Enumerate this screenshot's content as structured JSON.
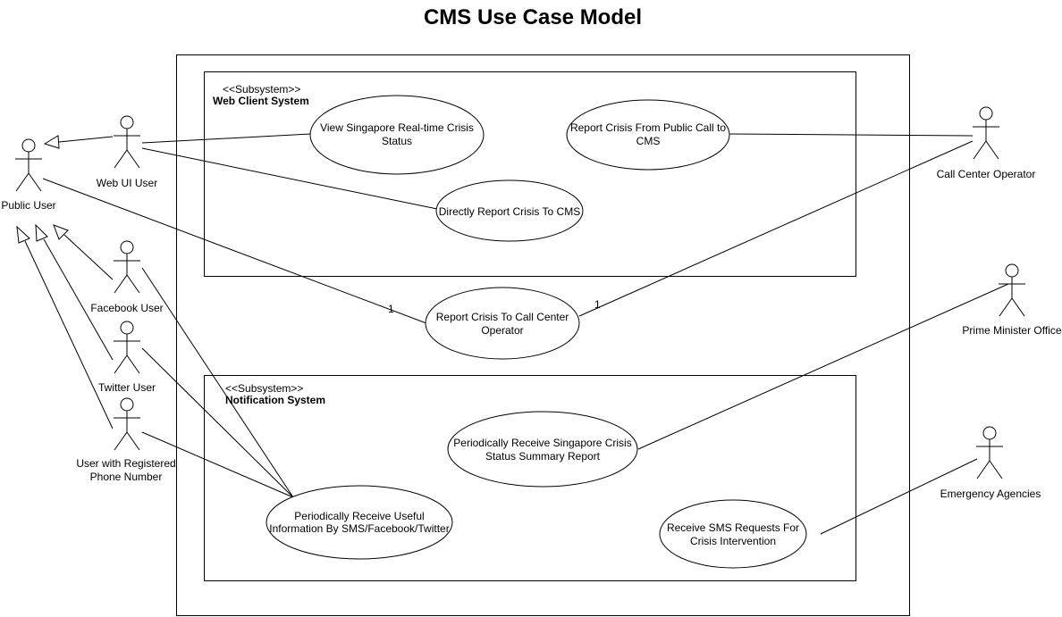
{
  "title": "CMS Use Case Model",
  "subsystems": {
    "web": {
      "stereotype": "<<Subsystem>>",
      "name": "Web Client System"
    },
    "notification": {
      "stereotype": "<<Subsystem>>",
      "name": "Notification System"
    }
  },
  "actors": {
    "public_user": "Public User",
    "web_ui_user": "Web UI User",
    "facebook_user": "Facebook User",
    "twitter_user": "Twitter User",
    "phone_user_line1": "User with Registered",
    "phone_user_line2": "Phone Number",
    "call_center_operator": "Call Center Operator",
    "prime_minister_office": "Prime Minister Office",
    "emergency_agencies": "Emergency Agencies"
  },
  "use_cases": {
    "view_status": [
      "View Singapore Real-time Crisis",
      "Status"
    ],
    "report_public_call": [
      "Report Crisis From Public Call to",
      "CMS"
    ],
    "direct_report": [
      "Directly Report Crisis To CMS"
    ],
    "report_call_center": [
      "Report Crisis To Call Center",
      "Operator"
    ],
    "summary_report": [
      "Periodically Receive Singapore Crisis",
      "Status Summary Report"
    ],
    "useful_info": [
      "Periodically Receive Useful",
      "Information By SMS/Facebook/Twitter"
    ],
    "sms_requests": [
      "Receive SMS Requests For",
      "Crisis Intervention"
    ]
  },
  "multiplicities": {
    "left": "1",
    "right": "1"
  }
}
